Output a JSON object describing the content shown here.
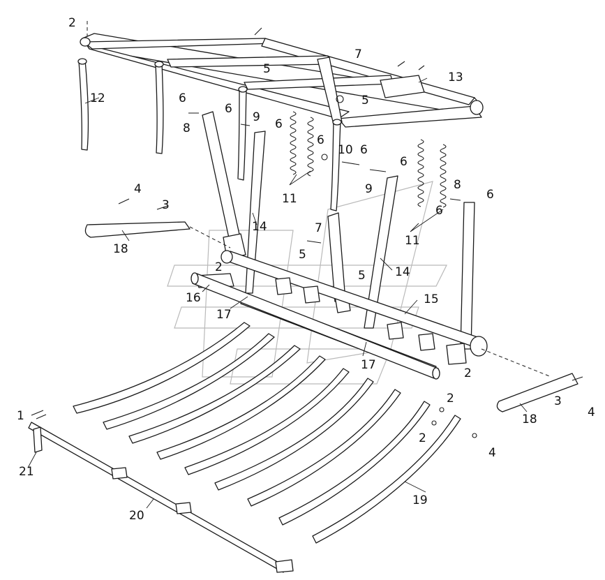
{
  "diagram": {
    "callouts": [
      {
        "id": "c1",
        "text": "1"
      },
      {
        "id": "c2a",
        "text": "2"
      },
      {
        "id": "c2b",
        "text": "2"
      },
      {
        "id": "c2c",
        "text": "2"
      },
      {
        "id": "c2d",
        "text": "2"
      },
      {
        "id": "c2e",
        "text": "2"
      },
      {
        "id": "c3a",
        "text": "3"
      },
      {
        "id": "c3b",
        "text": "3"
      },
      {
        "id": "c4a",
        "text": "4"
      },
      {
        "id": "c4b",
        "text": "4"
      },
      {
        "id": "c4c",
        "text": "4"
      },
      {
        "id": "c5a",
        "text": "5"
      },
      {
        "id": "c5b",
        "text": "5"
      },
      {
        "id": "c5c",
        "text": "5"
      },
      {
        "id": "c5d",
        "text": "5"
      },
      {
        "id": "c6a",
        "text": "6"
      },
      {
        "id": "c6b",
        "text": "6"
      },
      {
        "id": "c6c",
        "text": "6"
      },
      {
        "id": "c6d",
        "text": "6"
      },
      {
        "id": "c6e",
        "text": "6"
      },
      {
        "id": "c6f",
        "text": "6"
      },
      {
        "id": "c6g",
        "text": "6"
      },
      {
        "id": "c6h",
        "text": "6"
      },
      {
        "id": "c7a",
        "text": "7"
      },
      {
        "id": "c7b",
        "text": "7"
      },
      {
        "id": "c8a",
        "text": "8"
      },
      {
        "id": "c8b",
        "text": "8"
      },
      {
        "id": "c9a",
        "text": "9"
      },
      {
        "id": "c9b",
        "text": "9"
      },
      {
        "id": "c10",
        "text": "10"
      },
      {
        "id": "c11a",
        "text": "11"
      },
      {
        "id": "c11b",
        "text": "11"
      },
      {
        "id": "c12",
        "text": "12"
      },
      {
        "id": "c13",
        "text": "13"
      },
      {
        "id": "c14a",
        "text": "14"
      },
      {
        "id": "c14b",
        "text": "14"
      },
      {
        "id": "c15",
        "text": "15"
      },
      {
        "id": "c16",
        "text": "16"
      },
      {
        "id": "c17a",
        "text": "17"
      },
      {
        "id": "c17b",
        "text": "17"
      },
      {
        "id": "c18a",
        "text": "18"
      },
      {
        "id": "c18b",
        "text": "18"
      },
      {
        "id": "c19",
        "text": "19"
      },
      {
        "id": "c20",
        "text": "20"
      },
      {
        "id": "c21",
        "text": "21"
      }
    ]
  }
}
